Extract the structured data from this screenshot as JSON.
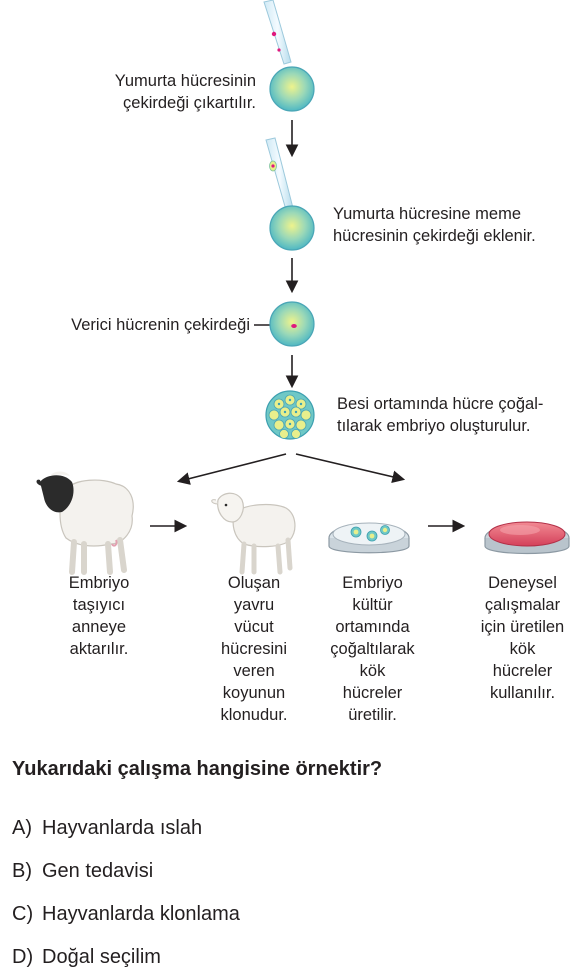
{
  "steps": {
    "step1": "Yumurta hücresinin\nçekirdeği çıkartılır.",
    "step2": "Yumurta hücresine meme\nhücresinin çekirdeği eklenir.",
    "step3": "Verici hücrenin çekirdeği",
    "step4": "Besi ortamında hücre çoğal-\ntılarak embriyo oluşturulur."
  },
  "branches": {
    "b1": "Embriyo\ntaşıyıcı\nanneye\naktarılır.",
    "b2": "Oluşan\nyavru\nvücut\nhücresini\nveren\nkoyunun\nklonudur.",
    "b3": "Embriyo\nkültür\nortamında\nçoğaltılarak\nkök\nhücreler\nüretilir.",
    "b4": "Deneysel\nçalışmalar\niçin üretilen\nkök\nhücreler\nkullanılır."
  },
  "question": "Yukarıdaki çalışma hangisine örnektir?",
  "options": [
    {
      "letter": "A)",
      "text": "Hayvanlarda ıslah"
    },
    {
      "letter": "B)",
      "text": "Gen tedavisi"
    },
    {
      "letter": "C)",
      "text": "Hayvanlarda klonlama"
    },
    {
      "letter": "D)",
      "text": "Doğal seçilim"
    }
  ],
  "icons": {
    "pipette": "pipette-icon",
    "egg_cell": "egg-cell-icon",
    "embryo": "embryo-icon",
    "sheep": "sheep-icon",
    "lamb": "lamb-icon",
    "petri_dish": "petri-dish-icon"
  },
  "colors": {
    "cell_fill": "#7fd3cf",
    "cell_core": "#e7ef8a",
    "nucleus": "#e0197d",
    "dish_red": "#e0566a",
    "text": "#231f20"
  }
}
